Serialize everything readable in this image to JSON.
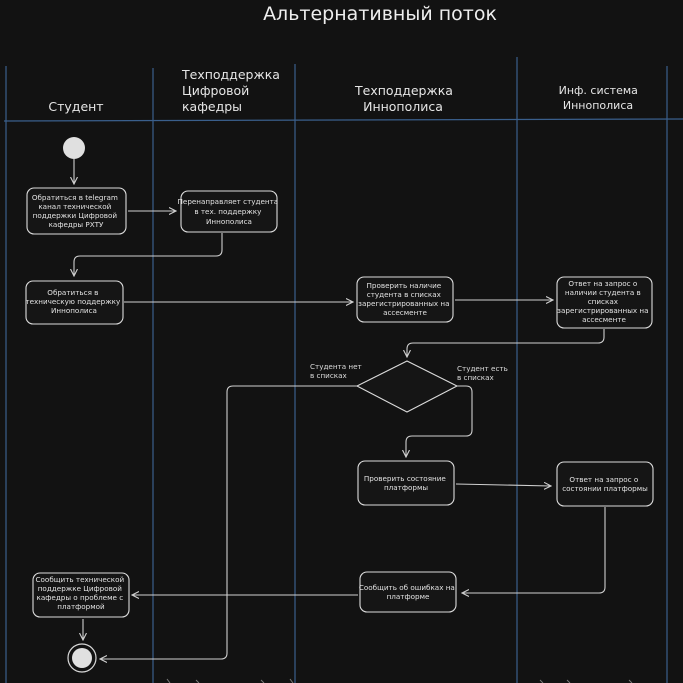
{
  "title": "Альтернативный поток",
  "lanes": [
    {
      "lines": [
        "Студент"
      ]
    },
    {
      "lines": [
        "Техподдержка",
        "Цифровой",
        "кафедры"
      ]
    },
    {
      "lines": [
        "Техподдержка",
        "Иннополиса"
      ]
    },
    {
      "lines": [
        "Инф. система",
        "Иннополиса"
      ]
    }
  ],
  "nodes": {
    "a1": [
      "Обратиться в telegram",
      "канал технической",
      "поддержки Цифровой",
      "кафедры РХТУ"
    ],
    "a2": [
      "Перенаправляет студента",
      "в тех. поддержку",
      "Иннополиса"
    ],
    "a3": [
      "Обратиться в",
      "техническую поддержку",
      "Иннополиса"
    ],
    "a4": [
      "Проверить наличие",
      "студента в списках",
      "зарегистрированных на",
      "ассесменте"
    ],
    "a5": [
      "Ответ на запрос о",
      "наличии студента в",
      "списках",
      "зарегистрированных на",
      "ассесменте"
    ],
    "a6": [
      "Проверить состояние",
      "платформы"
    ],
    "a7": [
      "Ответ на запрос о",
      "состоянии платформы"
    ],
    "a8": [
      "Сообщить об ошибках на",
      "платформе"
    ],
    "a9": [
      "Сообщить технической",
      "поддержке Цифровой",
      "кафедры о проблеме с",
      "платформой"
    ]
  },
  "guards": {
    "no": [
      "Студента нет",
      "в списках"
    ],
    "yes": [
      "Студент есть",
      "в списках"
    ]
  },
  "colors": {
    "background": "#121212",
    "lane_line": "#3a5f8c",
    "stroke": "#dcdcdc",
    "start_node": "#e0e0e0"
  }
}
